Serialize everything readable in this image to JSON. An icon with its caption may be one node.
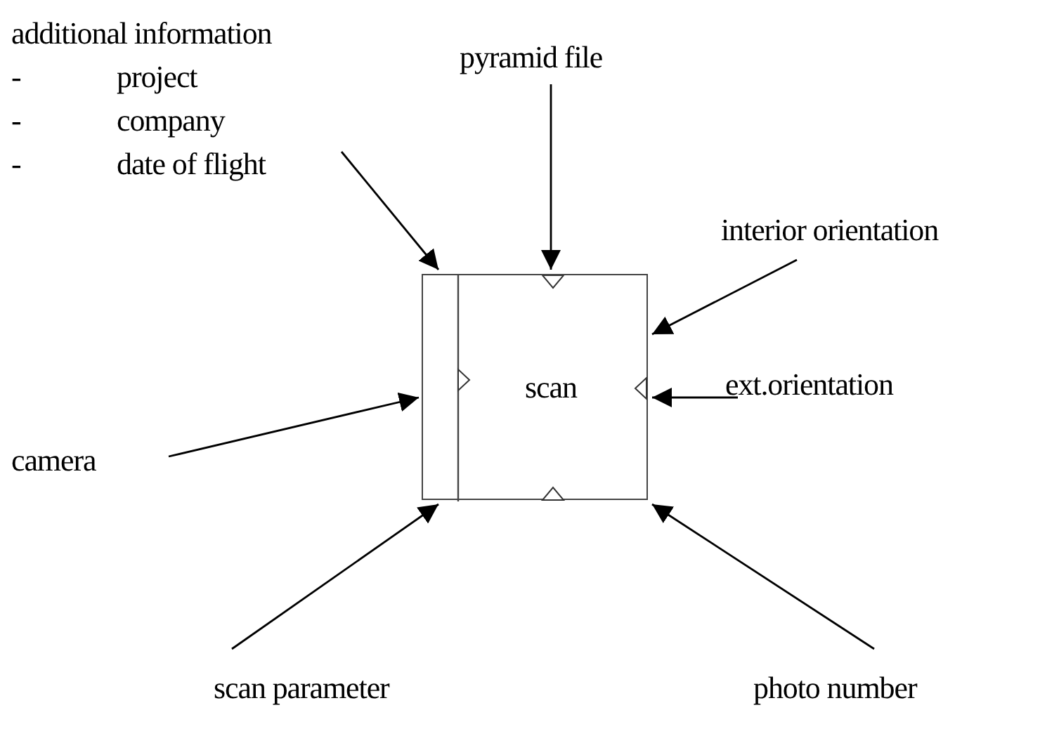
{
  "diagram": {
    "nodes": [
      {
        "text": [
          "scan"
        ]
      },
      {
        "text": [
          "additional information",
          "-",
          "project",
          "-",
          "company",
          "-",
          "date of flight"
        ]
      },
      {
        "text": [
          "pyramid file"
        ]
      },
      {
        "text": [
          "interior orientation"
        ]
      },
      {
        "text": [
          "ext.orientation"
        ]
      },
      {
        "text": [
          "camera"
        ]
      },
      {
        "text": [
          "scan parameter"
        ]
      },
      {
        "text": [
          "photo number"
        ]
      }
    ],
    "edges": [
      {
        "from": 1,
        "to": 0,
        "arrow": "to"
      },
      {
        "from": 2,
        "to": 0,
        "arrow": "to"
      },
      {
        "from": 3,
        "to": 0,
        "arrow": "to"
      },
      {
        "from": 4,
        "to": 0,
        "arrow": "to"
      },
      {
        "from": 5,
        "to": 0,
        "arrow": "to"
      },
      {
        "from": 6,
        "to": 0,
        "arrow": "to"
      },
      {
        "from": 7,
        "to": 0,
        "arrow": "to"
      }
    ]
  }
}
